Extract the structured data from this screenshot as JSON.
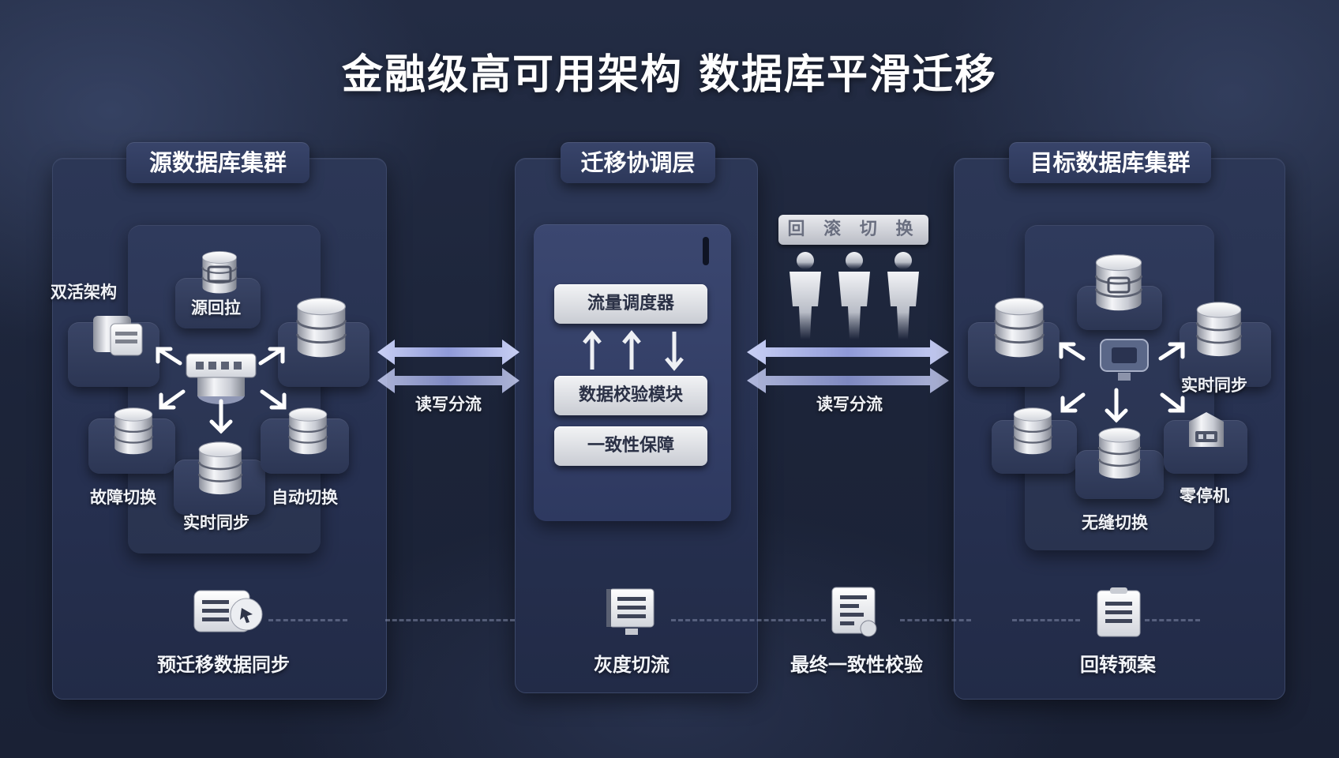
{
  "title": "金融级高可用架构 数据库平滑迁移",
  "source_panel": {
    "header": "源数据库集群",
    "nodes": {
      "active_active": "双活架构",
      "source_pull": "源回拉",
      "failover": "故障切换",
      "realtime_sync": "实时同步",
      "auto_switch": "自动切换"
    },
    "bottom_label": "预迁移数据同步"
  },
  "coordination_panel": {
    "header": "迁移协调层",
    "modules": [
      "流量调度器",
      "数据校验模块",
      "一致性保障"
    ],
    "bottom_label": "灰度切流"
  },
  "left_flow_label": "读写分流",
  "right_flow_label": "读写分流",
  "rollback_bar": "回 滚 切 换",
  "final_check_label": "最终一致性校验",
  "target_panel": {
    "header": "目标数据库集群",
    "nodes": {
      "realtime_sync": "实时同步",
      "zero_downtime": "零停机",
      "seamless_switch": "无缝切换"
    },
    "bottom_label": "回转预案"
  },
  "colors": {
    "background": "#1e263b",
    "panel": "#29334f",
    "arrow": "#9aa6e0",
    "button": "#e6e8ec"
  }
}
